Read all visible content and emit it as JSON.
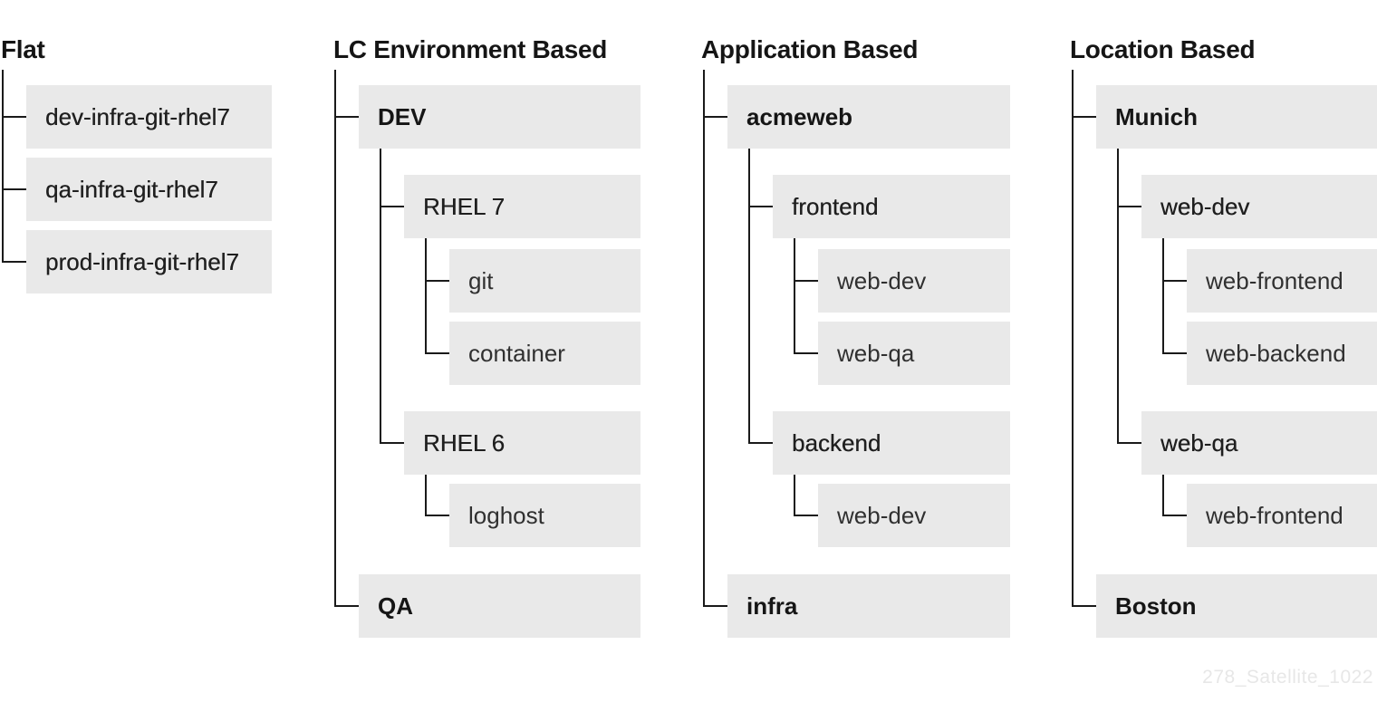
{
  "watermark": "278_Satellite_1022",
  "colors": {
    "background": "#ffffff",
    "box_bg": "#e9e9e9",
    "line": "#1a1a1a",
    "title_text": "#151515",
    "watermark_text": "#e7e7e7"
  },
  "columns": [
    {
      "title": "Flat",
      "nodes": [
        {
          "label": "dev-infra-git-rhel7"
        },
        {
          "label": "qa-infra-git-rhel7"
        },
        {
          "label": "prod-infra-git-rhel7"
        }
      ]
    },
    {
      "title": "LC Environment Based",
      "nodes": [
        {
          "label": "DEV",
          "children": [
            {
              "label": "RHEL 7",
              "children": [
                {
                  "label": "git"
                },
                {
                  "label": "container"
                }
              ]
            },
            {
              "label": "RHEL 6",
              "children": [
                {
                  "label": "loghost"
                }
              ]
            }
          ]
        },
        {
          "label": "QA"
        }
      ]
    },
    {
      "title": "Application Based",
      "nodes": [
        {
          "label": "acmeweb",
          "children": [
            {
              "label": "frontend",
              "children": [
                {
                  "label": "web-dev"
                },
                {
                  "label": "web-qa"
                }
              ]
            },
            {
              "label": "backend",
              "children": [
                {
                  "label": "web-dev"
                }
              ]
            }
          ]
        },
        {
          "label": "infra"
        }
      ]
    },
    {
      "title": "Location Based",
      "nodes": [
        {
          "label": "Munich",
          "children": [
            {
              "label": "web-dev",
              "children": [
                {
                  "label": "web-frontend"
                },
                {
                  "label": "web-backend"
                }
              ]
            },
            {
              "label": "web-qa",
              "children": [
                {
                  "label": "web-frontend"
                }
              ]
            }
          ]
        },
        {
          "label": "Boston"
        }
      ]
    }
  ]
}
